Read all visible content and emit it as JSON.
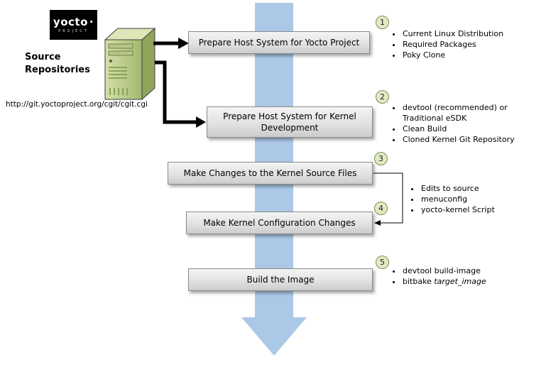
{
  "logo": {
    "brand": "yocto",
    "dot": "·",
    "sub": "PROJECT"
  },
  "source_repo": {
    "label_line1": "Source",
    "label_line2": "Repositories",
    "url": "http://git.yoctoproject.org/cgit/cgit.cgi"
  },
  "steps": [
    {
      "num": "1",
      "label": "Prepare Host System for Yocto Project",
      "bullets": [
        "Current Linux Distribution",
        "Required Packages",
        "Poky Clone"
      ]
    },
    {
      "num": "2",
      "label": "Prepare Host System for Kernel Development",
      "bullets": [
        "devtool (recommended) or Traditional eSDK",
        "Clean Build",
        "Cloned Kernel Git Repository"
      ]
    },
    {
      "num": "3",
      "label": "Make Changes to the Kernel Source Files"
    },
    {
      "num": "4",
      "label": "Make Kernel Configuration Changes"
    },
    {
      "num": "5",
      "label": "Build the Image",
      "bullets": [
        {
          "pre": "devtool build-image",
          "italic": ""
        },
        {
          "pre": "bitbake ",
          "italic": "target_image"
        }
      ]
    }
  ],
  "shared_bullets": [
    "Edits to source",
    "menuconfig",
    "yocto-kernel Script"
  ],
  "colors": {
    "flow_arrow": "#abc8e6",
    "box_fill_top": "#f4f4f4",
    "box_fill_bottom": "#cccccc",
    "badge_fill": "#e0eac4",
    "badge_border": "#7d8e51",
    "connector": "#000000",
    "server_green": "#b4c683"
  }
}
